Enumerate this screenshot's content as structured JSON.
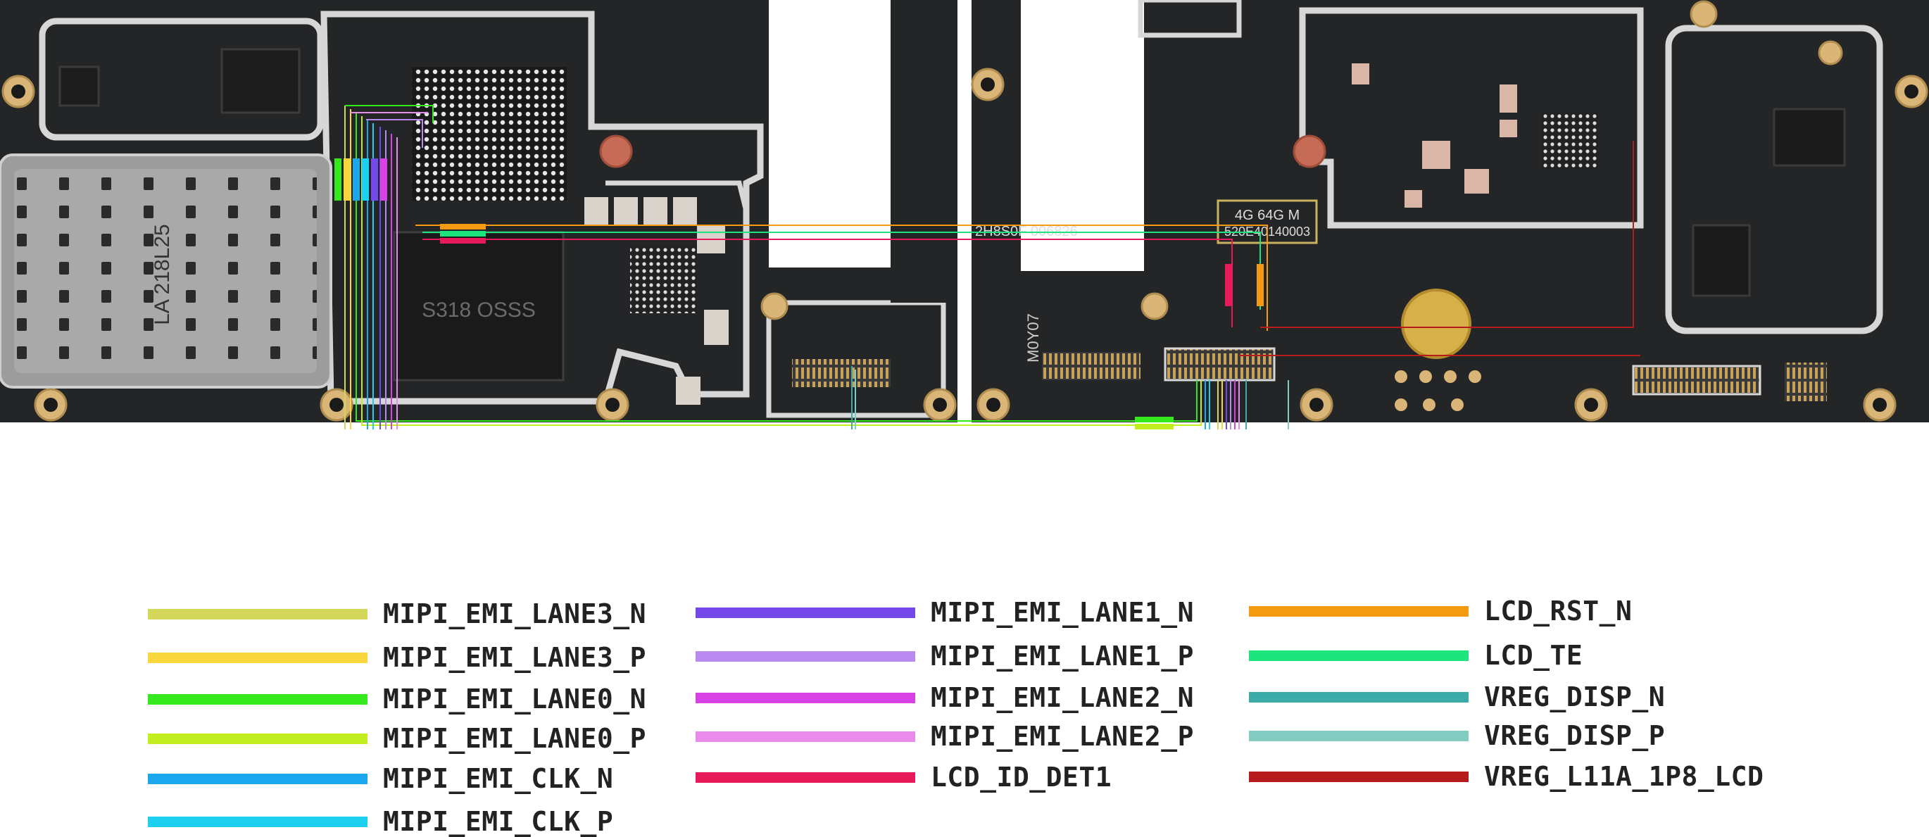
{
  "board": {
    "silkscreen": {
      "sim_tray": "LA 218L25",
      "nand_chip": "S318 OSSS",
      "pcb_id": "2H8S0F 006826",
      "memory_label": "4G 64G M",
      "memory_code": "520E40140003",
      "board_code": "M0Y07"
    }
  },
  "legend": {
    "columns": [
      [
        {
          "label": "MIPI_EMI_LANE3_N",
          "color": "#d4d85a"
        },
        {
          "label": "MIPI_EMI_LANE3_P",
          "color": "#f9d63c"
        },
        {
          "label": "MIPI_EMI_LANE0_N",
          "color": "#36e81e"
        },
        {
          "label": "MIPI_EMI_LANE0_P",
          "color": "#c2ee20"
        },
        {
          "label": "MIPI_EMI_CLK_N",
          "color": "#1aa7ee"
        },
        {
          "label": "MIPI_EMI_CLK_P",
          "color": "#1ed0ef"
        }
      ],
      [
        {
          "label": "MIPI_EMI_LANE1_N",
          "color": "#7548ea"
        },
        {
          "label": "MIPI_EMI_LANE1_P",
          "color": "#b98af0"
        },
        {
          "label": "MIPI_EMI_LANE2_N",
          "color": "#d642e4"
        },
        {
          "label": "MIPI_EMI_LANE2_P",
          "color": "#e98be9"
        },
        {
          "label": "LCD_ID_DET1",
          "color": "#e81b5a"
        }
      ],
      [
        {
          "label": "LCD_RST_N",
          "color": "#f49a10"
        },
        {
          "label": "LCD_TE",
          "color": "#1de47c"
        },
        {
          "label": "VREG_DISP_N",
          "color": "#3caaa6"
        },
        {
          "label": "VREG_DISP_P",
          "color": "#82ccc1"
        },
        {
          "label": "VREG_L11A_1P8_LCD",
          "color": "#b81b1b"
        }
      ]
    ]
  }
}
